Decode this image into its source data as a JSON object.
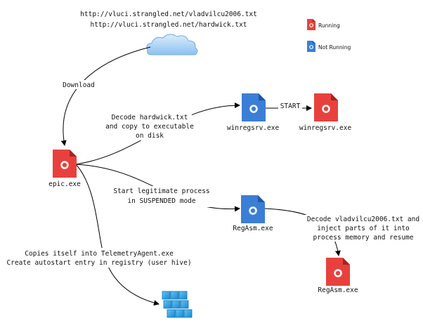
{
  "top_urls": [
    "http://vluci.strangled.net/vladvilcu2006.txt",
    "http://vluci.strangled.net/hardwick.txt"
  ],
  "legend": {
    "running": {
      "label": "Running",
      "color": "#e8413d"
    },
    "not_running": {
      "label": "Not Running",
      "color": "#3a7fd5"
    }
  },
  "nodes": {
    "epic": {
      "label": "epic.exe",
      "state": "running"
    },
    "winregsrv_1": {
      "label": "winregsrv.exe",
      "state": "not_running"
    },
    "winregsrv_2": {
      "label": "winregsrv.exe",
      "state": "running"
    },
    "regasm_1": {
      "label": "RegAsm.exe",
      "state": "not_running"
    },
    "regasm_2": {
      "label": "RegAsm.exe",
      "state": "running"
    }
  },
  "edges": {
    "download": "Download",
    "decode_hardwick": [
      "Decode hardwick.txt",
      "and copy to executable",
      "on disk"
    ],
    "start": "START",
    "start_legitimate": [
      "Start legitimate process",
      "in SUSPENDED mode"
    ],
    "decode_vlad": [
      "Decode vladvilcu2006.txt and",
      "inject parts of it into",
      "process memory and resume"
    ],
    "copy_autostart": [
      "Copies itself into TelemetryAgent.exe",
      "Create autostart entry in registry (user hive)"
    ]
  }
}
